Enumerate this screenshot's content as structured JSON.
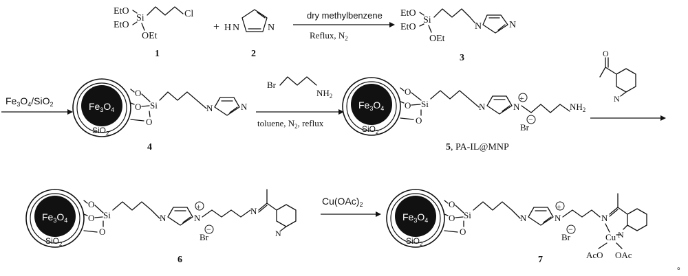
{
  "diagram": {
    "row1": {
      "reagent_labels": {
        "ethoxy_1": "EtO",
        "ethoxy_2": "EtO",
        "ethoxy_3": "OEt",
        "silicon": "Si",
        "chloro": "Cl",
        "imidazole_nh": "H",
        "imidazole_n1": "N",
        "imidazole_n2": "N"
      },
      "arrow_top": "dry methylbenzene",
      "arrow_bottom_text": "Reflux, N",
      "arrow_bottom_sub": "2",
      "plus": "+",
      "compound_labels": {
        "c1": "1",
        "c2": "2",
        "c3": "3"
      }
    },
    "row2": {
      "left_arrow_reagent": "Fe",
      "left_arrow_reagent_full": [
        "Fe",
        "3",
        "O",
        "4",
        "/SiO",
        "2"
      ],
      "core_label": [
        "Fe",
        "3",
        "O",
        "4"
      ],
      "shell_label": [
        "SiO",
        "2"
      ],
      "o_label": "O",
      "si_label": "Si",
      "n_label": "N",
      "bromopropylamine": [
        "Br",
        "NH",
        "2"
      ],
      "arrow_bottom": [
        "toluene, N",
        "2",
        ", reflux"
      ],
      "compound_4": "4",
      "compound_5_num": "5",
      "compound_5_name": ", PA-IL@MNP",
      "cation_sign": "+",
      "bromide": "Br",
      "anion_sign": "−",
      "amine": [
        "NH",
        "2"
      ]
    },
    "row3": {
      "cu_reagent": [
        "Cu(OAc)",
        "2"
      ],
      "compound_6": "6",
      "compound_7": "7",
      "imine_n": "N",
      "pyridine_n": "N",
      "cu": "Cu",
      "aco": "AcO",
      "oac": "OAc",
      "tail_mark": "。"
    }
  }
}
